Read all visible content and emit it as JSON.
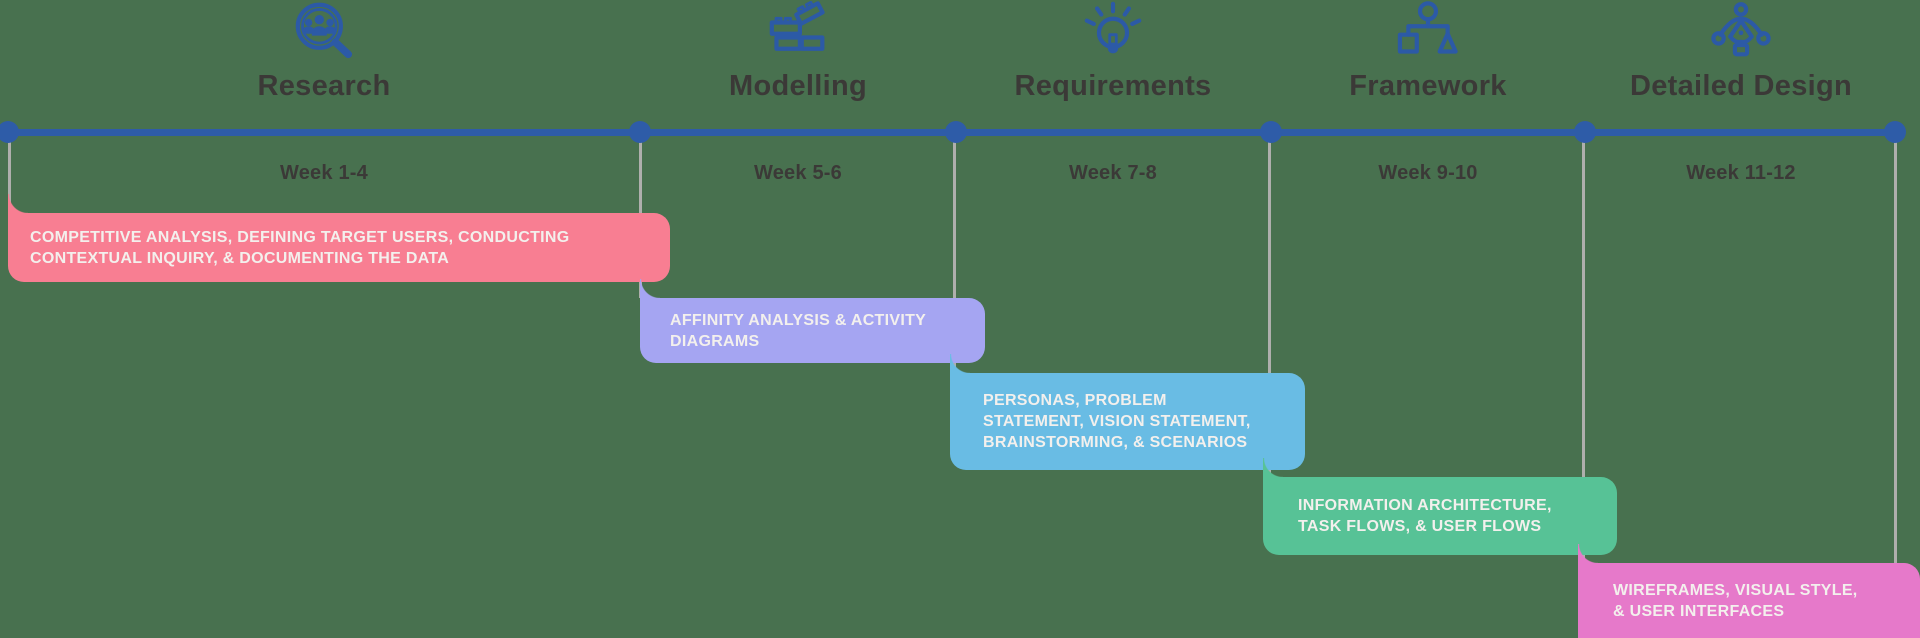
{
  "colors": {
    "background": "#48714F",
    "timeline_blue": "#2E5CA8",
    "connector_gray": "#AFAFAD",
    "icon_blue": "#2C5AA6",
    "title_text": "#3B3937",
    "card_text": "#F3F0ED"
  },
  "phases": [
    {
      "id": "research",
      "title": "Research",
      "week": "Week 1-4",
      "icon": "user-research-magnifier-icon",
      "card": {
        "text": "COMPETITIVE ANALYSIS, DEFINING TARGET USERS, CONDUCTING\nCONTEXTUAL INQUIRY, & DOCUMENTING THE DATA",
        "color": "#F87E92"
      }
    },
    {
      "id": "modelling",
      "title": "Modelling",
      "week": "Week 5-6",
      "icon": "building-blocks-icon",
      "card": {
        "text": "AFFINITY ANALYSIS & ACTIVITY\nDIAGRAMS",
        "color": "#A5A5F2"
      }
    },
    {
      "id": "requirements",
      "title": "Requirements",
      "week": "Week 7-8",
      "icon": "lightbulb-icon",
      "card": {
        "text": "PERSONAS, PROBLEM\nSTATEMENT, VISION STATEMENT,\nBRAINSTORMING, & SCENARIOS",
        "color": "#69BCE4"
      }
    },
    {
      "id": "framework",
      "title": "Framework",
      "week": "Week 9-10",
      "icon": "org-chart-icon",
      "card": {
        "text": "INFORMATION ARCHITECTURE,\nTASK FLOWS, & USER FLOWS",
        "color": "#57C296"
      }
    },
    {
      "id": "detailed-design",
      "title": "Detailed Design",
      "week": "Week 11-12",
      "icon": "pen-tool-icon",
      "card": {
        "text": "WIREFRAMES, VISUAL STYLE,\n& USER INTERFACES",
        "color": "#E679CA"
      }
    }
  ]
}
